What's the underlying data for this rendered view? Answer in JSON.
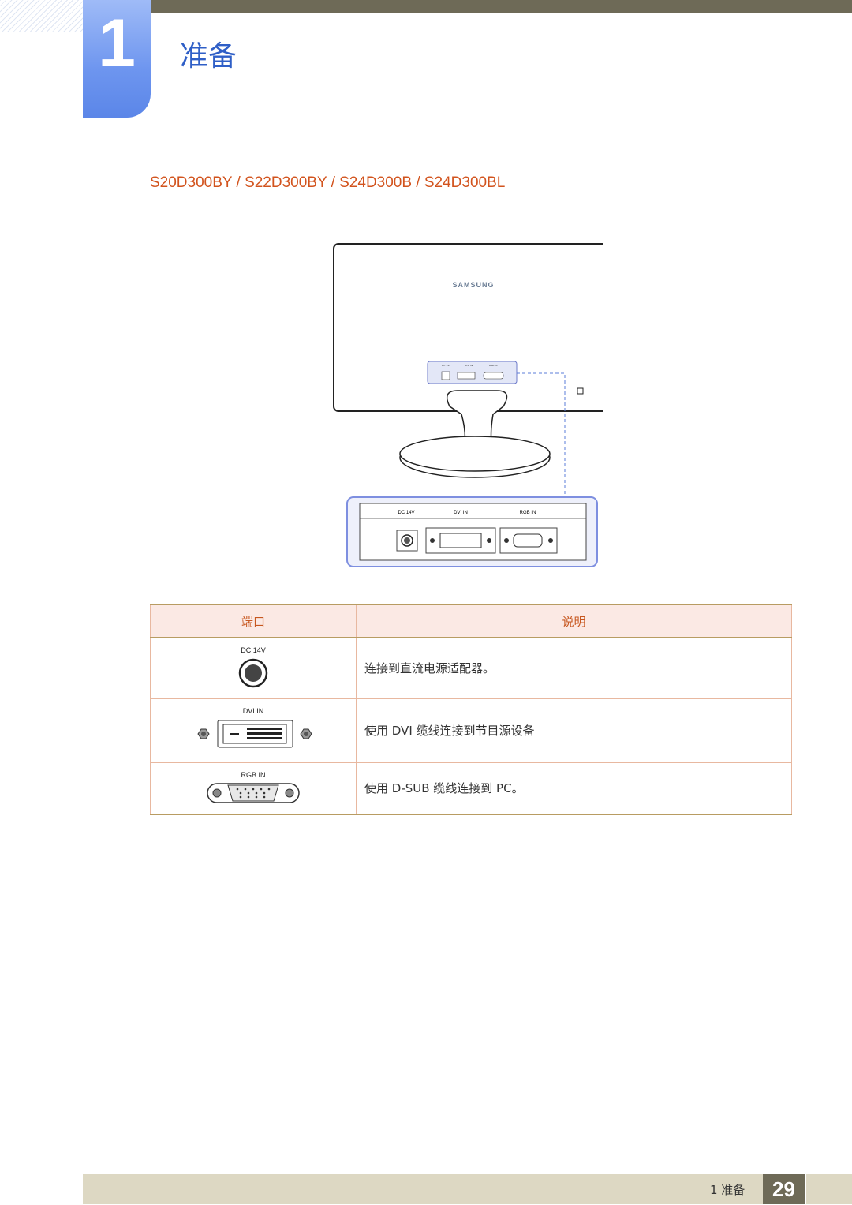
{
  "chapter": {
    "number": "1",
    "title": "准备"
  },
  "section_title": "S20D300BY / S22D300BY / S24D300B / S24D300BL",
  "figure": {
    "brand": "SAMSUNG",
    "port_labels": [
      "DC 14V",
      "DVI IN",
      "RGB IN"
    ]
  },
  "table": {
    "headers": [
      "端口",
      "说明"
    ],
    "rows": [
      {
        "port_label": "DC 14V",
        "port_icon": "dc-power-jack-icon",
        "description": "连接到直流电源适配器。"
      },
      {
        "port_label": "DVI IN",
        "port_icon": "dvi-port-icon",
        "description": "使用 DVI 缆线连接到节目源设备"
      },
      {
        "port_label": "RGB IN",
        "port_icon": "vga-port-icon",
        "description": "使用 D-SUB 缆线连接到 PC。"
      }
    ]
  },
  "footer": {
    "chapter_label": "1 准备",
    "page_number": "29"
  },
  "colors": {
    "accent_blue": "#5b86e8",
    "title_orange": "#d2531d",
    "bar_olive": "#6e6a57"
  }
}
